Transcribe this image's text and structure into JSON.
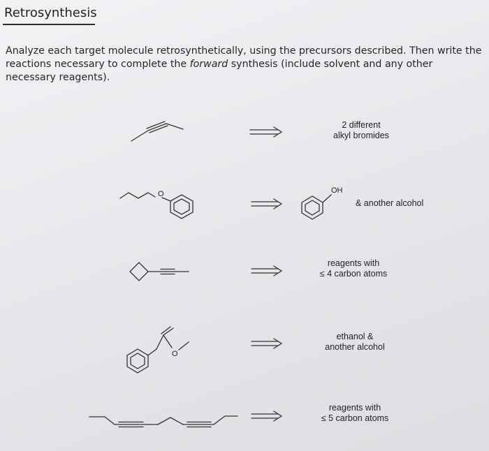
{
  "title": "Retrosynthesis",
  "instructions": {
    "before": "Analyze each target molecule retrosynthetically, using the precursors described. Then write the reactions necessary to complete the ",
    "emphasis": "forward",
    "after": " synthesis (include solvent and any other necessary reagents)."
  },
  "atoms": {
    "oxygen": "O",
    "hydroxyl": "OH"
  },
  "problems": [
    {
      "precursor_line1": "2 different",
      "precursor_line2": "alkyl bromides"
    },
    {
      "precursor_line1": "& another alcohol",
      "precursor_line2": ""
    },
    {
      "precursor_line1": "reagents with",
      "precursor_line2": "≤ 4 carbon atoms"
    },
    {
      "precursor_line1": "ethanol &",
      "precursor_line2": "another alcohol"
    },
    {
      "precursor_line1": "reagents with",
      "precursor_line2": "≤ 5 carbon atoms"
    }
  ]
}
